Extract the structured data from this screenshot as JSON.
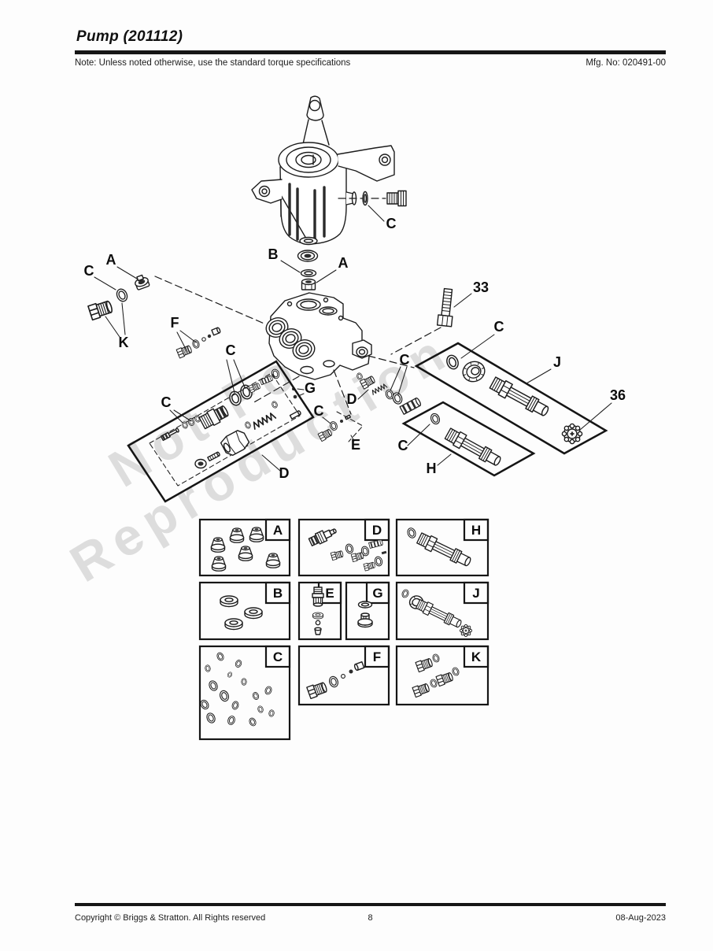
{
  "header": {
    "title": "Pump (201112)",
    "note": "Note: Unless noted otherwise, use the standard torque specifications",
    "mfg_no": "Mfg. No: 020491-00"
  },
  "watermark": {
    "line1": "Not For",
    "line2": "Reproduction"
  },
  "colors": {
    "ink": "#1c1c1c",
    "watermark": "#bfbfbf",
    "paper": "#fdfdfd"
  },
  "diagram": {
    "callouts": [
      {
        "label": "C"
      },
      {
        "label": "A"
      },
      {
        "label": "C"
      },
      {
        "label": "K"
      },
      {
        "label": "B"
      },
      {
        "label": "A"
      },
      {
        "label": "33"
      },
      {
        "label": "C"
      },
      {
        "label": "J"
      },
      {
        "label": "36"
      },
      {
        "label": "F"
      },
      {
        "label": "C"
      },
      {
        "label": "C"
      },
      {
        "label": "G"
      },
      {
        "label": "D"
      },
      {
        "label": "C"
      },
      {
        "label": "C"
      },
      {
        "label": "E"
      },
      {
        "label": "C"
      },
      {
        "label": "H"
      },
      {
        "label": "D"
      }
    ]
  },
  "grid": {
    "boxes": [
      {
        "label": "A"
      },
      {
        "label": "D"
      },
      {
        "label": "H"
      },
      {
        "label": "B"
      },
      {
        "label": "E"
      },
      {
        "label": "G"
      },
      {
        "label": "J"
      },
      {
        "label": "C"
      },
      {
        "label": "F"
      },
      {
        "label": "K"
      }
    ]
  },
  "footer": {
    "copyright": "Copyright ©  Briggs & Stratton. All Rights reserved",
    "page_number": "8",
    "date": "08-Aug-2023"
  }
}
